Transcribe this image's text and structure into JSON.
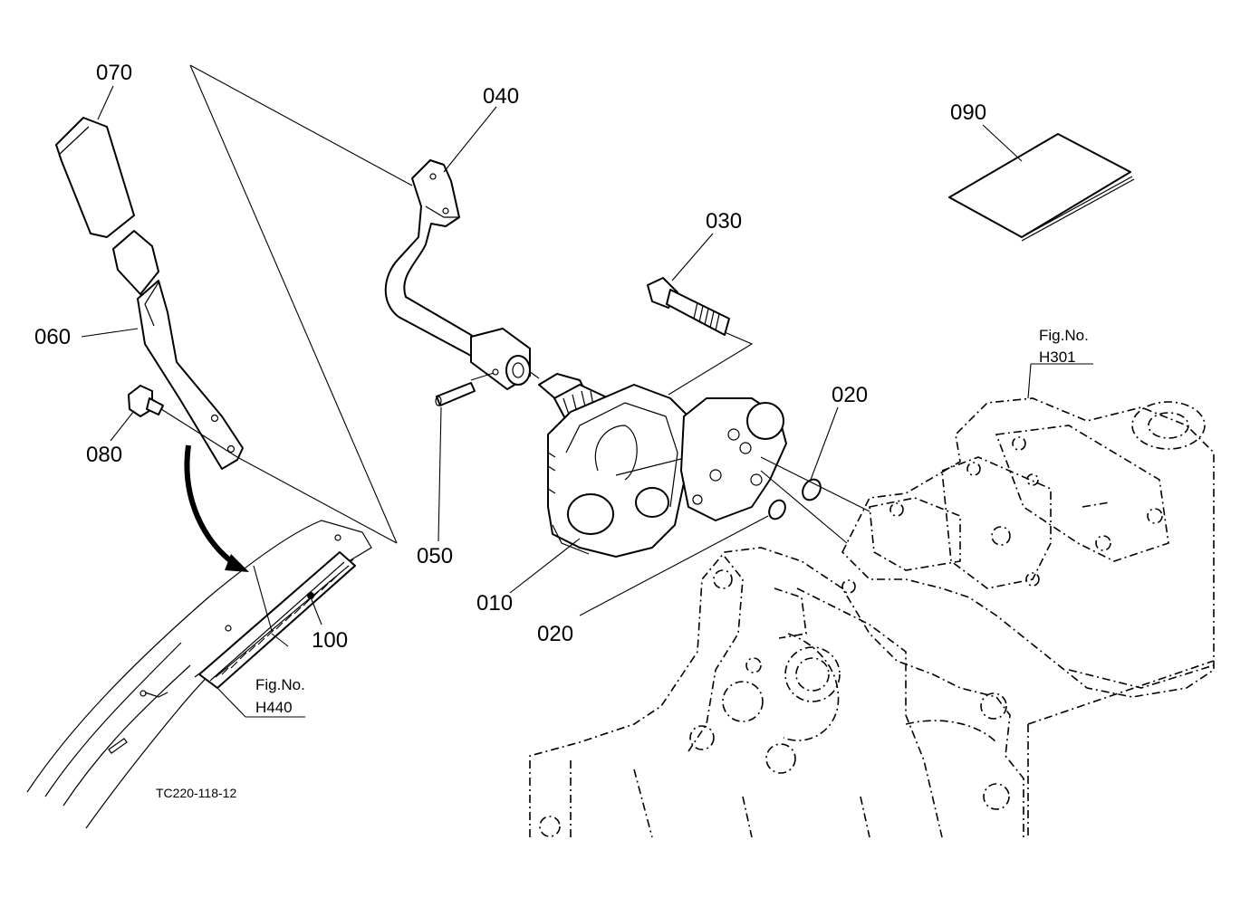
{
  "callouts": [
    {
      "id": "p010",
      "text": "010"
    },
    {
      "id": "p020a",
      "text": "020"
    },
    {
      "id": "p020b",
      "text": "020"
    },
    {
      "id": "p030",
      "text": "030"
    },
    {
      "id": "p040",
      "text": "040"
    },
    {
      "id": "p050",
      "text": "050"
    },
    {
      "id": "p060",
      "text": "060"
    },
    {
      "id": "p070",
      "text": "070"
    },
    {
      "id": "p080",
      "text": "080"
    },
    {
      "id": "p090",
      "text": "090"
    },
    {
      "id": "p100",
      "text": "100"
    }
  ],
  "fig_refs": [
    {
      "id": "h301",
      "caption": "Fig.No.",
      "code": "H301"
    },
    {
      "id": "h440",
      "caption": "Fig.No.",
      "code": "H440"
    }
  ],
  "drawing_code": "TC220-118-12"
}
